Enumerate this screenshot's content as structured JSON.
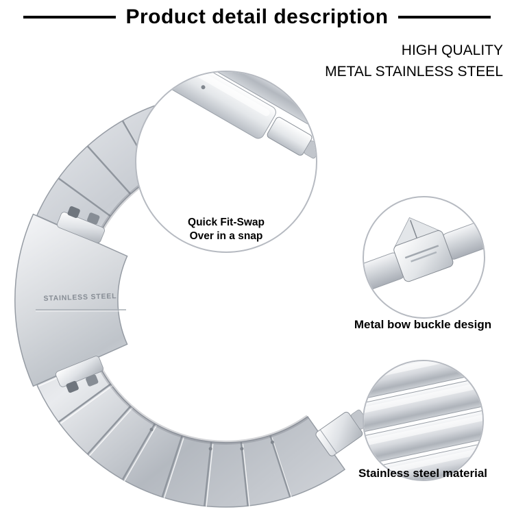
{
  "header": {
    "title": "Product detail description",
    "tagline": [
      "HIGH QUALITY",
      "METAL STAINLESS STEEL"
    ]
  },
  "band": {
    "engraving": "STAINLESS STEEL"
  },
  "callouts": {
    "quick_fit": {
      "line1": "Quick Fit-Swap",
      "line2": "Over in a snap"
    },
    "buckle": {
      "label": "Metal bow buckle design"
    },
    "material": {
      "label": "Stainless steel material"
    }
  },
  "colors": {
    "background": "#ffffff",
    "text": "#000000",
    "rule": "#000000",
    "circle_border": "#b6bac1",
    "metal_light": "#f2f3f5",
    "metal_mid": "#c7cbd1",
    "metal_dark": "#9aa0a8"
  }
}
